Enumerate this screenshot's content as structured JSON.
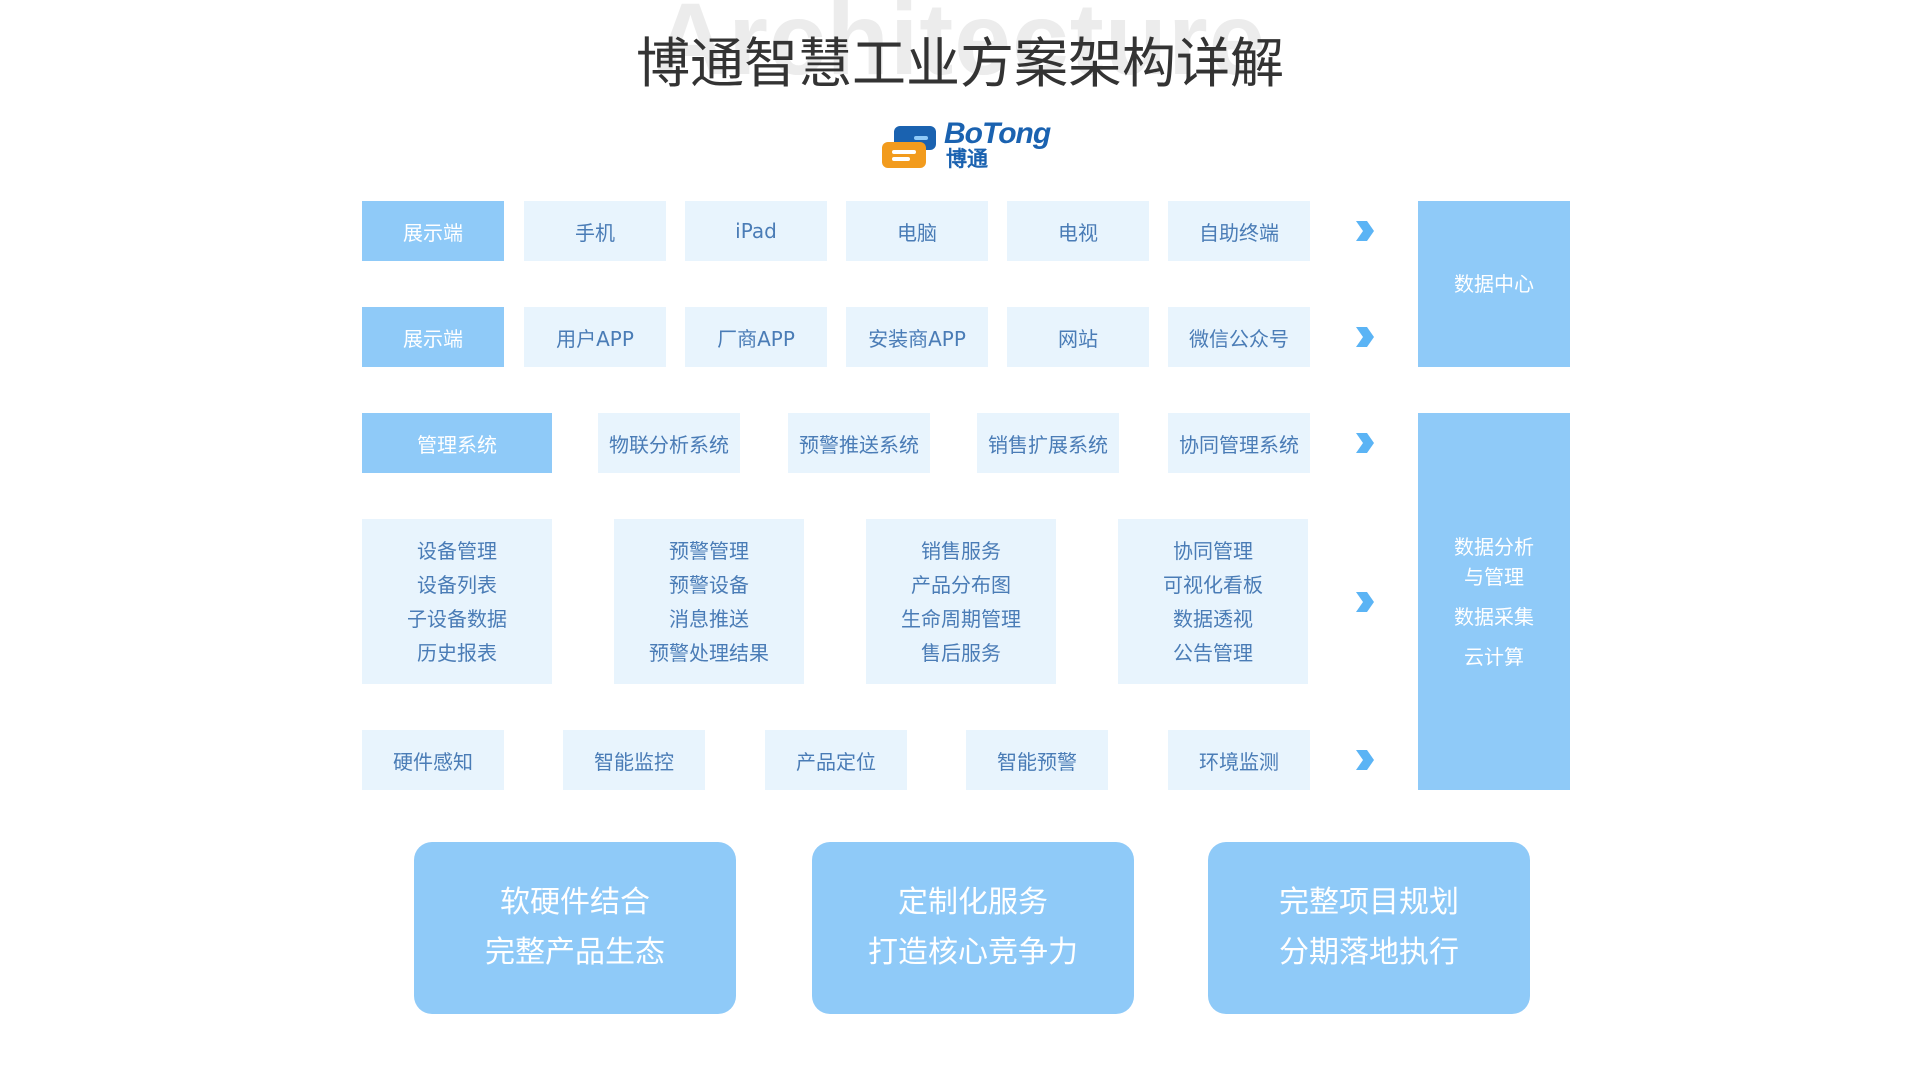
{
  "header": {
    "bg_word": "Architecture",
    "title": "博通智慧工业方案架构详解",
    "logo_en": "BoTong",
    "logo_cn": "博通"
  },
  "rows": {
    "row1": [
      "展示端",
      "手机",
      "iPad",
      "电脑",
      "电视",
      "自助终端"
    ],
    "row2": [
      "展示端",
      "用户APP",
      "厂商APP",
      "安装商APP",
      "网站",
      "微信公众号"
    ],
    "row3": [
      "管理系统",
      "物联分析系统",
      "预警推送系统",
      "销售扩展系统",
      "协同管理系统"
    ],
    "row4": [
      [
        "设备管理",
        "设备列表",
        "子设备数据",
        "历史报表"
      ],
      [
        "预警管理",
        "预警设备",
        "消息推送",
        "预警处理结果"
      ],
      [
        "销售服务",
        "产品分布图",
        "生命周期管理",
        "售后服务"
      ],
      [
        "协同管理",
        "可视化看板",
        "数据透视",
        "公告管理"
      ]
    ],
    "row5": [
      "硬件感知",
      "智能监控",
      "产品定位",
      "智能预警",
      "环境监测"
    ]
  },
  "side": {
    "top": "数据中心",
    "bottom": [
      "数据分析",
      "与管理",
      "数据采集",
      "云计算"
    ]
  },
  "cards": [
    [
      "软硬件结合",
      "完整产品生态"
    ],
    [
      "定制化服务",
      "打造核心竞争力"
    ],
    [
      "完整项目规划",
      "分期落地执行"
    ]
  ],
  "colors": {
    "head": "#8fcaf8",
    "cell": "#e8f4fd",
    "cell_text": "#4a7cb6",
    "arrow": "#5bb4f5"
  },
  "icons": {
    "arrow": "chevron-right-icon",
    "logo": "botong-logo-icon"
  }
}
